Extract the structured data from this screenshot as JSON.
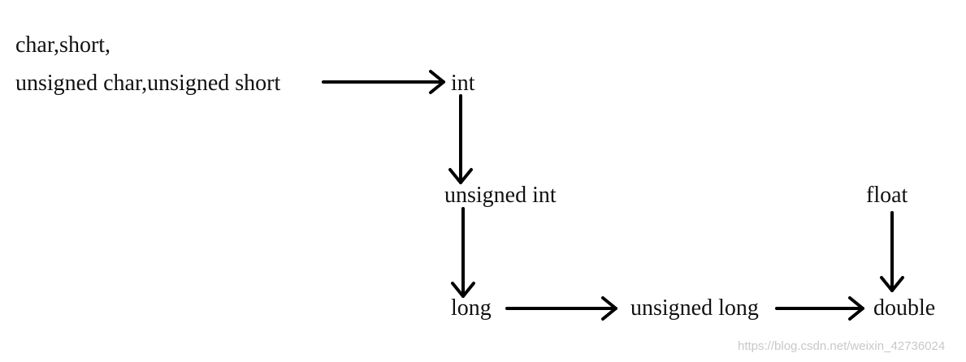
{
  "nodes": {
    "char_short": "char,short,",
    "unsigned_char_short": "unsigned char,unsigned short",
    "int": "int",
    "unsigned_int": "unsigned int",
    "float": "float",
    "long": "long",
    "unsigned_long": "unsigned long",
    "double": "double"
  },
  "watermark": "https://blog.csdn.net/weixin_42736024",
  "colors": {
    "text": "#111111",
    "arrow": "#000000",
    "watermark": "#c8c8c8"
  }
}
